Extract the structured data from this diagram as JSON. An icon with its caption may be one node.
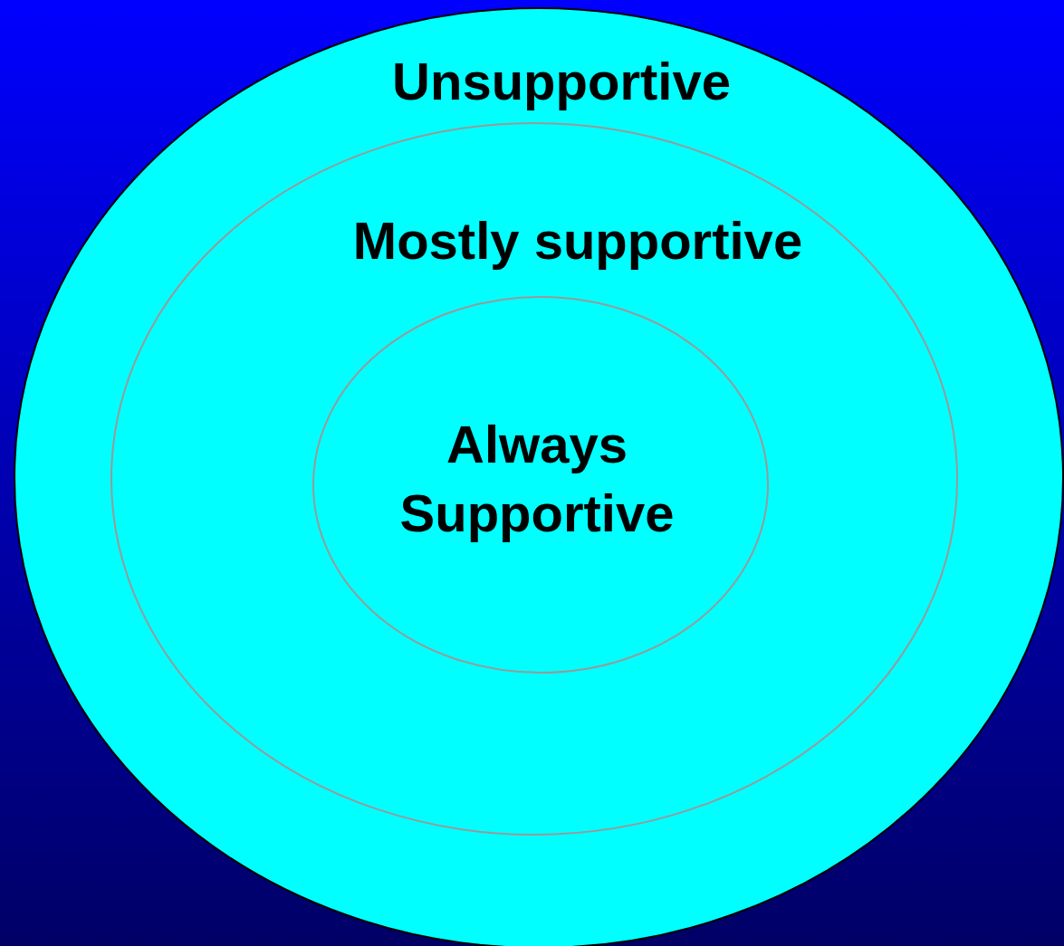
{
  "diagram": {
    "nodes": [
      {
        "text": [
          "Unsupportive"
        ]
      },
      {
        "text": [
          "Mostly supportive"
        ],
        "in": 0
      },
      {
        "text": [
          "Always Supportive"
        ],
        "in": 1
      }
    ]
  }
}
